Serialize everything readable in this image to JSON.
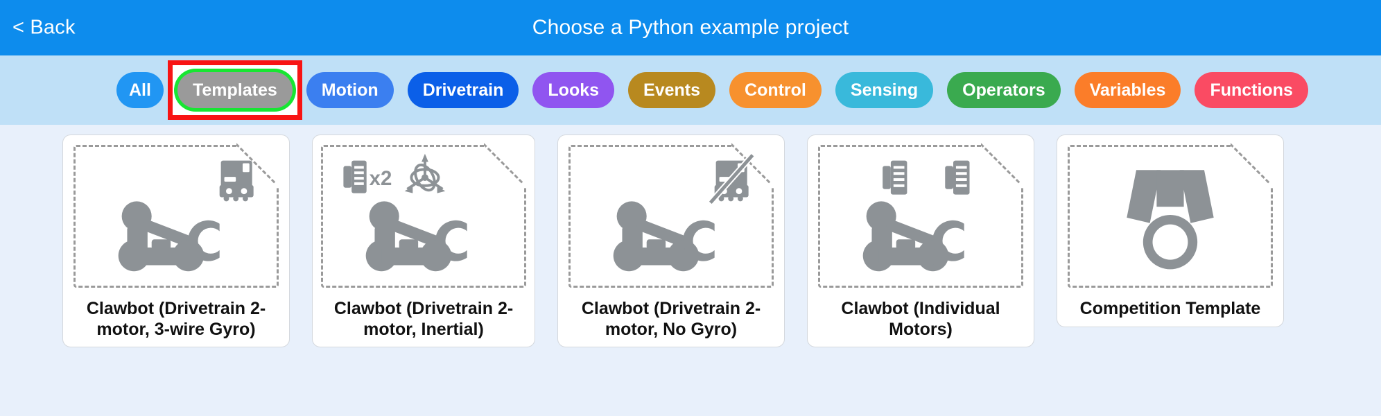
{
  "header": {
    "back_label": "< Back",
    "title": "Choose a Python example project",
    "bg_color": "#0d8ced"
  },
  "category_bar": {
    "bg_color": "#bfe0f7",
    "highlight": {
      "pill": "Templates",
      "box_color": "#f81414",
      "ring_color": "#17e632",
      "selected_pill_color": "#9a9a9a"
    },
    "pills": [
      {
        "label": "All",
        "color": "#2196f3"
      },
      {
        "label": "Templates",
        "color": "#9a9a9a",
        "selected": true
      },
      {
        "label": "Motion",
        "color": "#3b7ff0"
      },
      {
        "label": "Drivetrain",
        "color": "#0b5fe8"
      },
      {
        "label": "Looks",
        "color": "#9055f0"
      },
      {
        "label": "Events",
        "color": "#b8891f"
      },
      {
        "label": "Control",
        "color": "#f7912e"
      },
      {
        "label": "Sensing",
        "color": "#39b9db"
      },
      {
        "label": "Operators",
        "color": "#3aaa4f"
      },
      {
        "label": "Variables",
        "color": "#fb7d29"
      },
      {
        "label": "Functions",
        "color": "#fa4b63"
      }
    ]
  },
  "main": {
    "bg_color": "#e8f0fb",
    "cards": [
      {
        "title": "Clawbot (Drivetrain 2-motor, 3-wire Gyro)",
        "icon": "clawbot-gyro-3wire",
        "badges": [
          "gyro-3wire-sensor-icon"
        ]
      },
      {
        "title": "Clawbot (Drivetrain 2-motor, Inertial)",
        "icon": "clawbot-inertial",
        "badges": [
          "motor-x2-icon",
          "inertial-axes-icon"
        ]
      },
      {
        "title": "Clawbot (Drivetrain 2-motor, No Gyro)",
        "icon": "clawbot-no-gyro",
        "badges": [
          "gyro-disabled-icon"
        ]
      },
      {
        "title": "Clawbot (Individual Motors)",
        "icon": "clawbot-individual-motors",
        "badges": [
          "motor-icon",
          "motor-icon"
        ]
      },
      {
        "title": "Competition Template",
        "icon": "medal-icon",
        "badges": []
      }
    ],
    "motor_multiplier_label": "x2",
    "art_color": "#8d9296"
  }
}
